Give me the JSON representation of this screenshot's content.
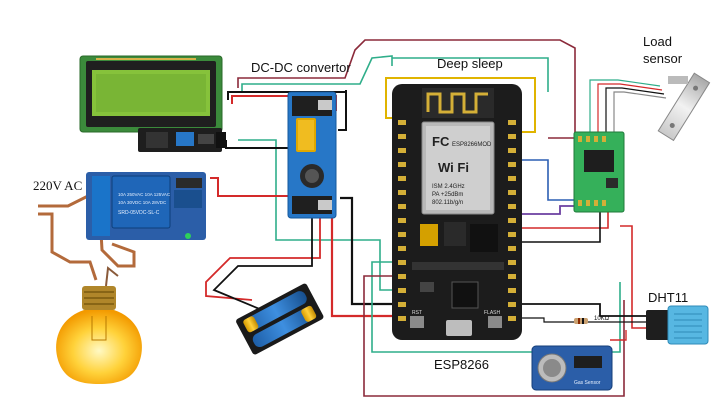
{
  "labels": {
    "dc_dc": "DC-DC convertor",
    "deep_sleep": "Deep sleep",
    "load_sensor": "Load\nsensor",
    "ac": "220V AC",
    "dht": "DHT11",
    "esp": "ESP8266",
    "resistor": "10KΩ"
  },
  "chip_text": {
    "wifi": "Wi Fi",
    "model": "ESP8266MOD",
    "cert": "ISM 2.4GHz",
    "pa": "PA +25dBm",
    "std": "802.11b/g/n",
    "fc": "FC",
    "rst": "RST",
    "flash": "FLASH",
    "relay_line1": "10A 250VAC 10A 125VAC",
    "relay_line2": "10A 30VDC 10A 28VDC",
    "relay_model": "SRD-05VDC-SL-C",
    "gas": "Gas Sensor"
  },
  "colors": {
    "wire_red": "#d42a2a",
    "wire_black": "#111111",
    "wire_green": "#2fae8a",
    "wire_maroon": "#8b2a3a",
    "wire_yellow": "#e0b400",
    "wire_purple": "#6b3fa0",
    "wire_blue": "#2c5fb3",
    "board_black": "#1c1c1c",
    "pcb_blue": "#2777c7",
    "pcb_green": "#35b05a",
    "lcd_green": "#86c23b"
  }
}
